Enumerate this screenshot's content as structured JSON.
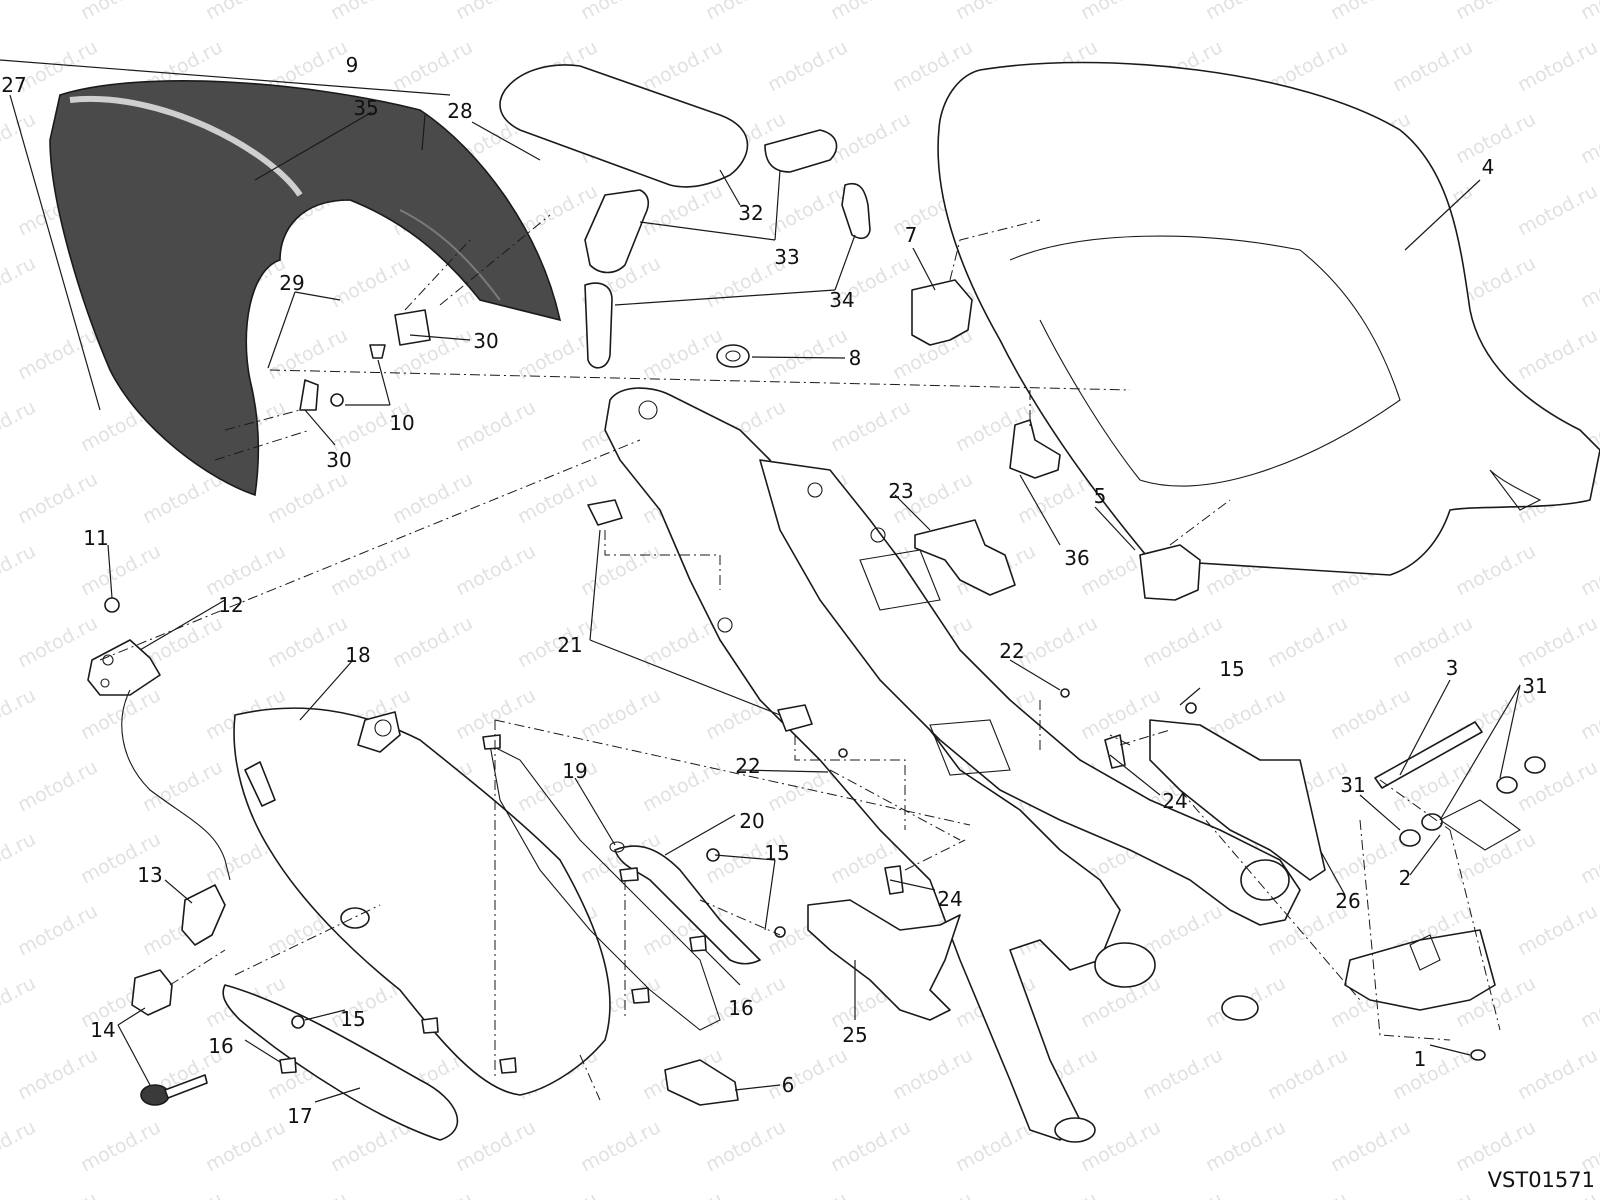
{
  "diagram": {
    "drawing_code": "VST01571",
    "watermark": "motod.ru",
    "colors": {
      "line": "#1a1a1a",
      "tail_fill": "#4a4a4a",
      "background": "#ffffff"
    },
    "callouts": [
      "1",
      "2",
      "3",
      "4",
      "5",
      "6",
      "7",
      "8",
      "9",
      "10",
      "11",
      "12",
      "13",
      "14",
      "15",
      "15",
      "15",
      "15",
      "16",
      "16",
      "17",
      "18",
      "19",
      "20",
      "21",
      "22",
      "22",
      "23",
      "24",
      "24",
      "25",
      "26",
      "27",
      "28",
      "29",
      "30",
      "30",
      "31",
      "31",
      "32",
      "33",
      "34",
      "35",
      "36"
    ]
  }
}
